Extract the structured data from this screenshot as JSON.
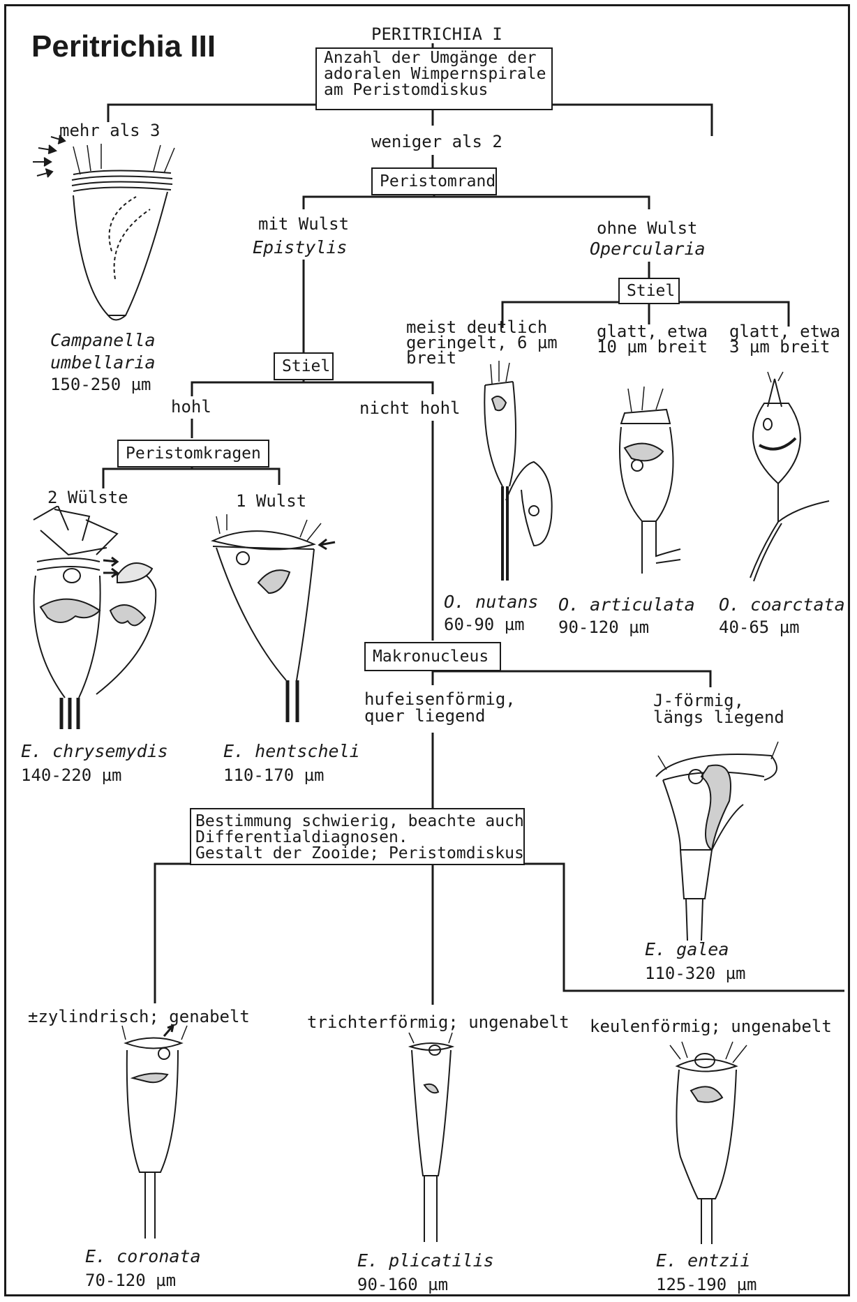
{
  "title": "Peritrichia III",
  "root": {
    "label": "PERITRICHIA I",
    "question": "Anzahl der Umgänge der\nadoralen Wimpernspirale\nam Peristomdiskus"
  },
  "branch_more": {
    "label": "mehr als 3",
    "species": {
      "name": "Campanella\numbellaria",
      "size": "150-250 µm"
    }
  },
  "branch_less": {
    "label": "weniger als 2",
    "question": "Peristomrand"
  },
  "epistylis": {
    "label": "mit Wulst",
    "genus": "Epistylis",
    "question": "Stiel",
    "hohl": {
      "label": "hohl",
      "question": "Peristomkragen",
      "two": {
        "label": "2 Wülste",
        "name": "E. chrysemydis",
        "size": "140-220 µm"
      },
      "one": {
        "label": "1 Wulst",
        "name": "E. hentscheli",
        "size": "110-170 µm"
      }
    },
    "nicht_hohl": {
      "label": "nicht hohl",
      "question": "Makronucleus",
      "j": {
        "label": "J-förmig,\nlängs liegend",
        "name": "E. galea",
        "size": "110-320 µm"
      },
      "hufeisen": {
        "label": "hufeisenförmig,\nquer liegend",
        "question": "Bestimmung schwierig, beachte auch\nDifferentialdiagnosen.\nGestalt der Zooide; Peristomdiskus",
        "a": {
          "label": "±zylindrisch; genabelt",
          "name": "E. coronata",
          "size": "70-120 µm"
        },
        "b": {
          "label": "trichterförmig; ungenabelt",
          "name": "E. plicatilis",
          "size": "90-160 µm"
        },
        "c": {
          "label": "keulenförmig; ungenabelt",
          "name": "E. entzii",
          "size": "125-190 µm"
        }
      }
    }
  },
  "opercularia": {
    "label": "ohne Wulst",
    "genus": "Opercularia",
    "question": "Stiel",
    "a": {
      "label": "meist deutlich\ngeringelt, 6 µm\nbreit",
      "name": "O. nutans",
      "size": "60-90 µm"
    },
    "b": {
      "label": "glatt, etwa\n10 µm breit",
      "name": "O. articulata",
      "size": "90-120 µm"
    },
    "c": {
      "label": "glatt, etwa\n3 µm breit",
      "name": "O. coarctata",
      "size": "40-65 µm"
    }
  },
  "colors": {
    "ink": "#1a1a1a",
    "paper": "#ffffff",
    "stipple": "#555555"
  }
}
